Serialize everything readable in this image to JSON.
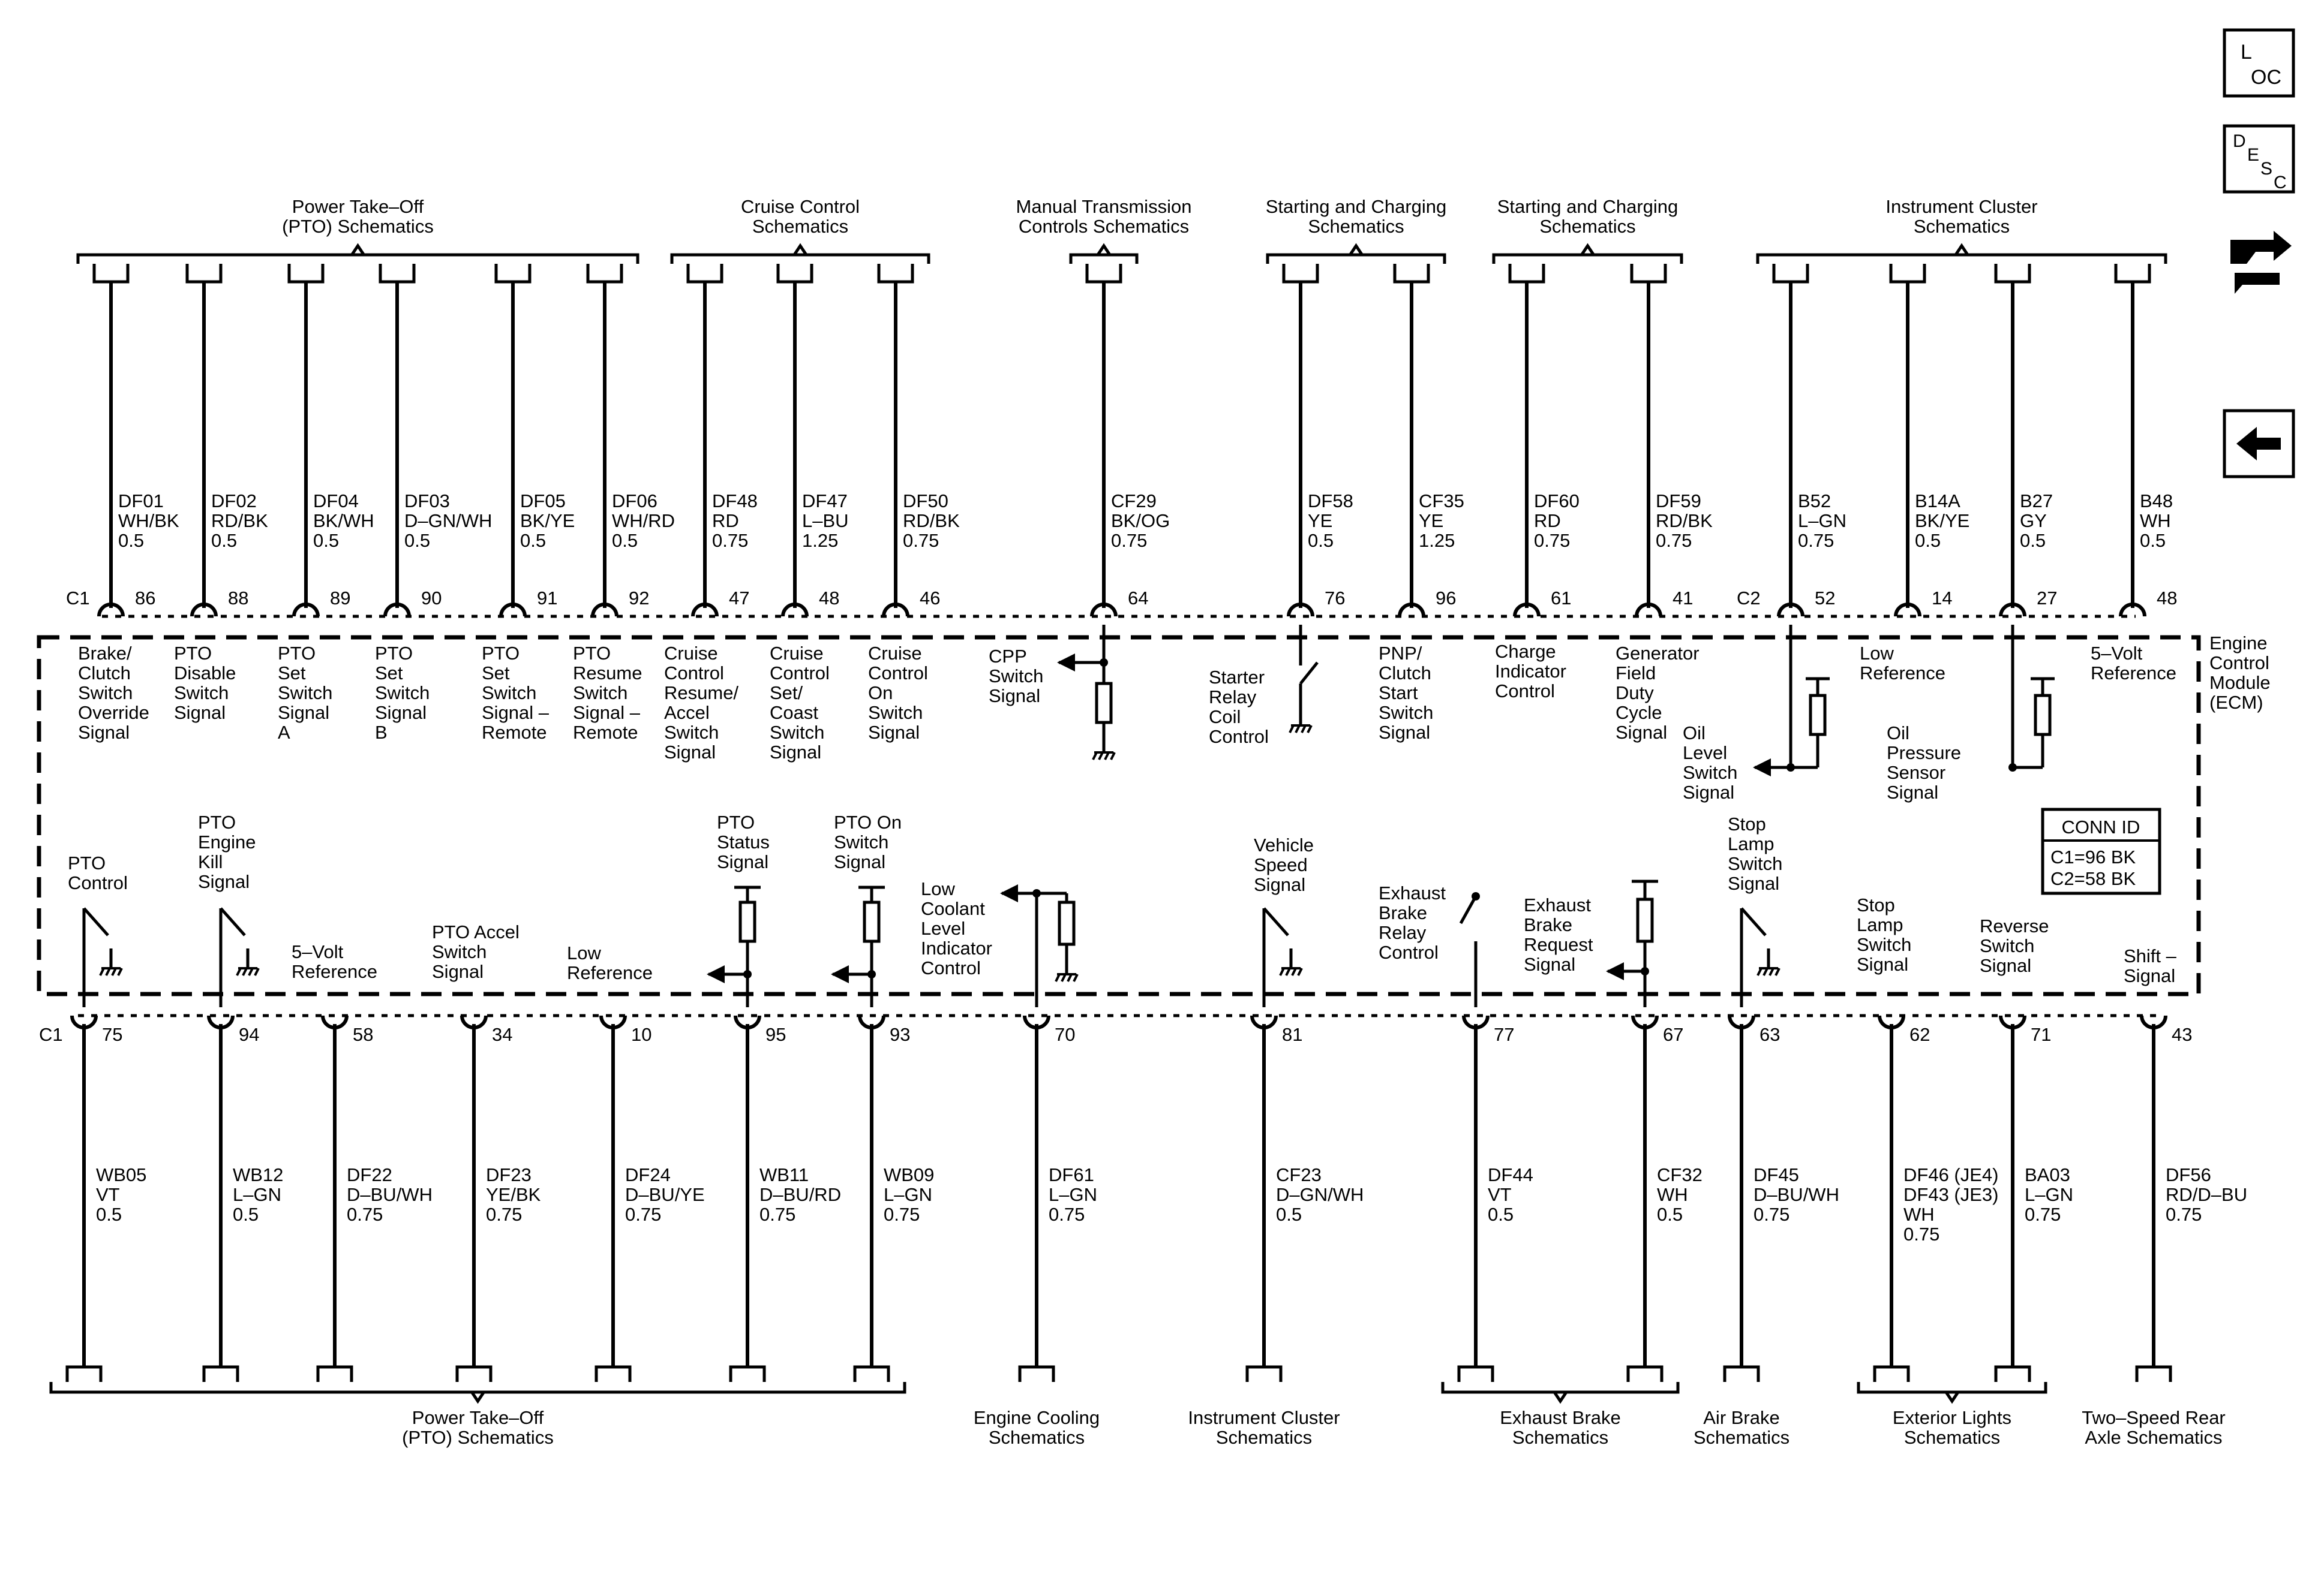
{
  "nav": {
    "loc_l": "L",
    "loc_oc": "OC",
    "desc_d": "D",
    "desc_e": "E",
    "desc_s": "S",
    "desc_c": "C"
  },
  "ecm_label": [
    "Engine",
    "Control",
    "Module",
    "(ECM)"
  ],
  "conn_id": {
    "title": "CONN ID",
    "lines": [
      "C1=96 BK",
      "C2=58 BK"
    ]
  },
  "connectors": {
    "top_c1": "C1",
    "top_c2": "C2",
    "bottom_c1": "C1"
  },
  "top_groups": [
    {
      "lines": [
        "Power Take–Off",
        "(PTO) Schematics"
      ]
    },
    {
      "lines": [
        "Cruise Control",
        "Schematics"
      ]
    },
    {
      "lines": [
        "Manual Transmission",
        "Controls Schematics"
      ]
    },
    {
      "lines": [
        "Starting and Charging",
        "Schematics"
      ]
    },
    {
      "lines": [
        "Starting and Charging",
        "Schematics"
      ]
    },
    {
      "lines": [
        "Instrument Cluster",
        "Schematics"
      ]
    }
  ],
  "bottom_groups": [
    {
      "lines": [
        "Power Take–Off",
        "(PTO) Schematics"
      ]
    },
    {
      "lines": [
        "Engine Cooling",
        "Schematics"
      ]
    },
    {
      "lines": [
        "Instrument Cluster",
        "Schematics"
      ]
    },
    {
      "lines": [
        "Exhaust Brake",
        "Schematics"
      ]
    },
    {
      "lines": [
        "Air Brake",
        "Schematics"
      ]
    },
    {
      "lines": [
        "Exterior Lights",
        "Schematics"
      ]
    },
    {
      "lines": [
        "Two–Speed Rear",
        "Axle Schematics"
      ]
    }
  ],
  "top_wires": [
    {
      "circuit": "DF01",
      "color": "WH/BK",
      "size": "0.5",
      "pin": "86",
      "signal": [
        "Brake/",
        "Clutch",
        "Switch",
        "Override",
        "Signal"
      ]
    },
    {
      "circuit": "DF02",
      "color": "RD/BK",
      "size": "0.5",
      "pin": "88",
      "signal": [
        "PTO",
        "Disable",
        "Switch",
        "Signal"
      ]
    },
    {
      "circuit": "DF04",
      "color": "BK/WH",
      "size": "0.5",
      "pin": "89",
      "signal": [
        "PTO",
        "Set",
        "Switch",
        "Signal",
        "A"
      ]
    },
    {
      "circuit": "DF03",
      "color": "D–GN/WH",
      "size": "0.5",
      "pin": "90",
      "signal": [
        "PTO",
        "Set",
        "Switch",
        "Signal",
        "B"
      ]
    },
    {
      "circuit": "DF05",
      "color": "BK/YE",
      "size": "0.5",
      "pin": "91",
      "signal": [
        "PTO",
        "Set",
        "Switch",
        "Signal –",
        "Remote"
      ]
    },
    {
      "circuit": "DF06",
      "color": "WH/RD",
      "size": "0.5",
      "pin": "92",
      "signal": [
        "PTO",
        "Resume",
        "Switch",
        "Signal –",
        "Remote"
      ]
    },
    {
      "circuit": "DF48",
      "color": "RD",
      "size": "0.75",
      "pin": "47",
      "signal": [
        "Cruise",
        "Control",
        "Resume/",
        "Accel",
        "Switch",
        "Signal"
      ]
    },
    {
      "circuit": "DF47",
      "color": "L–BU",
      "size": "1.25",
      "pin": "48",
      "signal": [
        "Cruise",
        "Control",
        "Set/",
        "Coast",
        "Switch",
        "Signal"
      ]
    },
    {
      "circuit": "DF50",
      "color": "RD/BK",
      "size": "0.75",
      "pin": "46",
      "signal": [
        "Cruise",
        "Control",
        "On",
        "Switch",
        "Signal"
      ]
    },
    {
      "circuit": "CF29",
      "color": "BK/OG",
      "size": "0.75",
      "pin": "64",
      "signal": [
        "CPP",
        "Switch",
        "Signal"
      ]
    },
    {
      "circuit": "DF58",
      "color": "YE",
      "size": "0.5",
      "pin": "76",
      "signal": [
        "Starter",
        "Relay",
        "Coil",
        "Control"
      ]
    },
    {
      "circuit": "CF35",
      "color": "YE",
      "size": "1.25",
      "pin": "96",
      "signal": [
        "PNP/",
        "Clutch",
        "Start",
        "Switch",
        "Signal"
      ]
    },
    {
      "circuit": "DF60",
      "color": "RD",
      "size": "0.75",
      "pin": "61",
      "signal": [
        "Charge",
        "Indicator",
        "Control"
      ]
    },
    {
      "circuit": "DF59",
      "color": "RD/BK",
      "size": "0.75",
      "pin": "41",
      "signal": [
        "Generator",
        "Field",
        "Duty",
        "Cycle",
        "Signal"
      ]
    },
    {
      "circuit": "B52",
      "color": "L–GN",
      "size": "0.75",
      "pin": "52",
      "signal": [
        "Oil",
        "Level",
        "Switch",
        "Signal"
      ]
    },
    {
      "circuit": "B14A",
      "color": "BK/YE",
      "size": "0.5",
      "pin": "14",
      "signal": [
        "Low",
        "Reference"
      ]
    },
    {
      "circuit": "B27",
      "color": "GY",
      "size": "0.5",
      "pin": "27",
      "signal": [
        "Oil",
        "Pressure",
        "Sensor",
        "Signal"
      ]
    },
    {
      "circuit": "B48",
      "color": "WH",
      "size": "0.5",
      "pin": "48",
      "signal": [
        "5–Volt",
        "Reference"
      ]
    }
  ],
  "bottom_wires": [
    {
      "circuit": "WB05",
      "color": "VT",
      "size": "0.5",
      "pin": "75",
      "signal": [
        "PTO",
        "Control"
      ]
    },
    {
      "circuit": "WB12",
      "color": "L–GN",
      "size": "0.5",
      "pin": "94",
      "signal": [
        "PTO",
        "Engine",
        "Kill",
        "Signal"
      ]
    },
    {
      "circuit": "DF22",
      "color": "D–BU/WH",
      "size": "0.75",
      "pin": "58",
      "signal": [
        "5–Volt",
        "Reference"
      ]
    },
    {
      "circuit": "DF23",
      "color": "YE/BK",
      "size": "0.75",
      "pin": "34",
      "signal": [
        "PTO Accel",
        "Switch",
        "Signal"
      ]
    },
    {
      "circuit": "DF24",
      "color": "D–BU/YE",
      "size": "0.75",
      "pin": "10",
      "signal": [
        "Low",
        "Reference"
      ]
    },
    {
      "circuit": "WB11",
      "color": "D–BU/RD",
      "size": "0.75",
      "pin": "95",
      "signal": [
        "PTO",
        "Status",
        "Signal"
      ]
    },
    {
      "circuit": "WB09",
      "color": "L–GN",
      "size": "0.75",
      "pin": "93",
      "signal": [
        "PTO On",
        "Switch",
        "Signal"
      ]
    },
    {
      "circuit": "DF61",
      "color": "L–GN",
      "size": "0.75",
      "pin": "70",
      "signal": [
        "Low",
        "Coolant",
        "Level",
        "Indicator",
        "Control"
      ]
    },
    {
      "circuit": "CF23",
      "color": "D–GN/WH",
      "size": "0.5",
      "pin": "81",
      "signal": [
        "Vehicle",
        "Speed",
        "Signal"
      ]
    },
    {
      "circuit": "DF44",
      "color": "VT",
      "size": "0.5",
      "pin": "77",
      "signal": [
        "Exhaust",
        "Brake",
        "Relay",
        "Control"
      ]
    },
    {
      "circuit": "CF32",
      "color": "WH",
      "size": "0.5",
      "pin": "67",
      "signal": [
        "Exhaust",
        "Brake",
        "Request",
        "Signal"
      ]
    },
    {
      "circuit": "DF45",
      "color": "D–BU/WH",
      "size": "0.75",
      "pin": "63",
      "signal": [
        "Stop",
        "Lamp",
        "Switch",
        "Signal"
      ]
    },
    {
      "circuit": "DF46 (JE4)",
      "color": "DF43 (JE3)",
      "size": "WH",
      "size2": "0.75",
      "pin": "62",
      "signal": [
        "Stop",
        "Lamp",
        "Switch",
        "Signal"
      ]
    },
    {
      "circuit": "BA03",
      "color": "L–GN",
      "size": "0.75",
      "pin": "71",
      "signal": [
        "Reverse",
        "Switch",
        "Signal"
      ]
    },
    {
      "circuit": "DF56",
      "color": "RD/D–BU",
      "size": "0.75",
      "pin": "43",
      "signal": [
        "Shift –",
        "Signal"
      ]
    }
  ]
}
